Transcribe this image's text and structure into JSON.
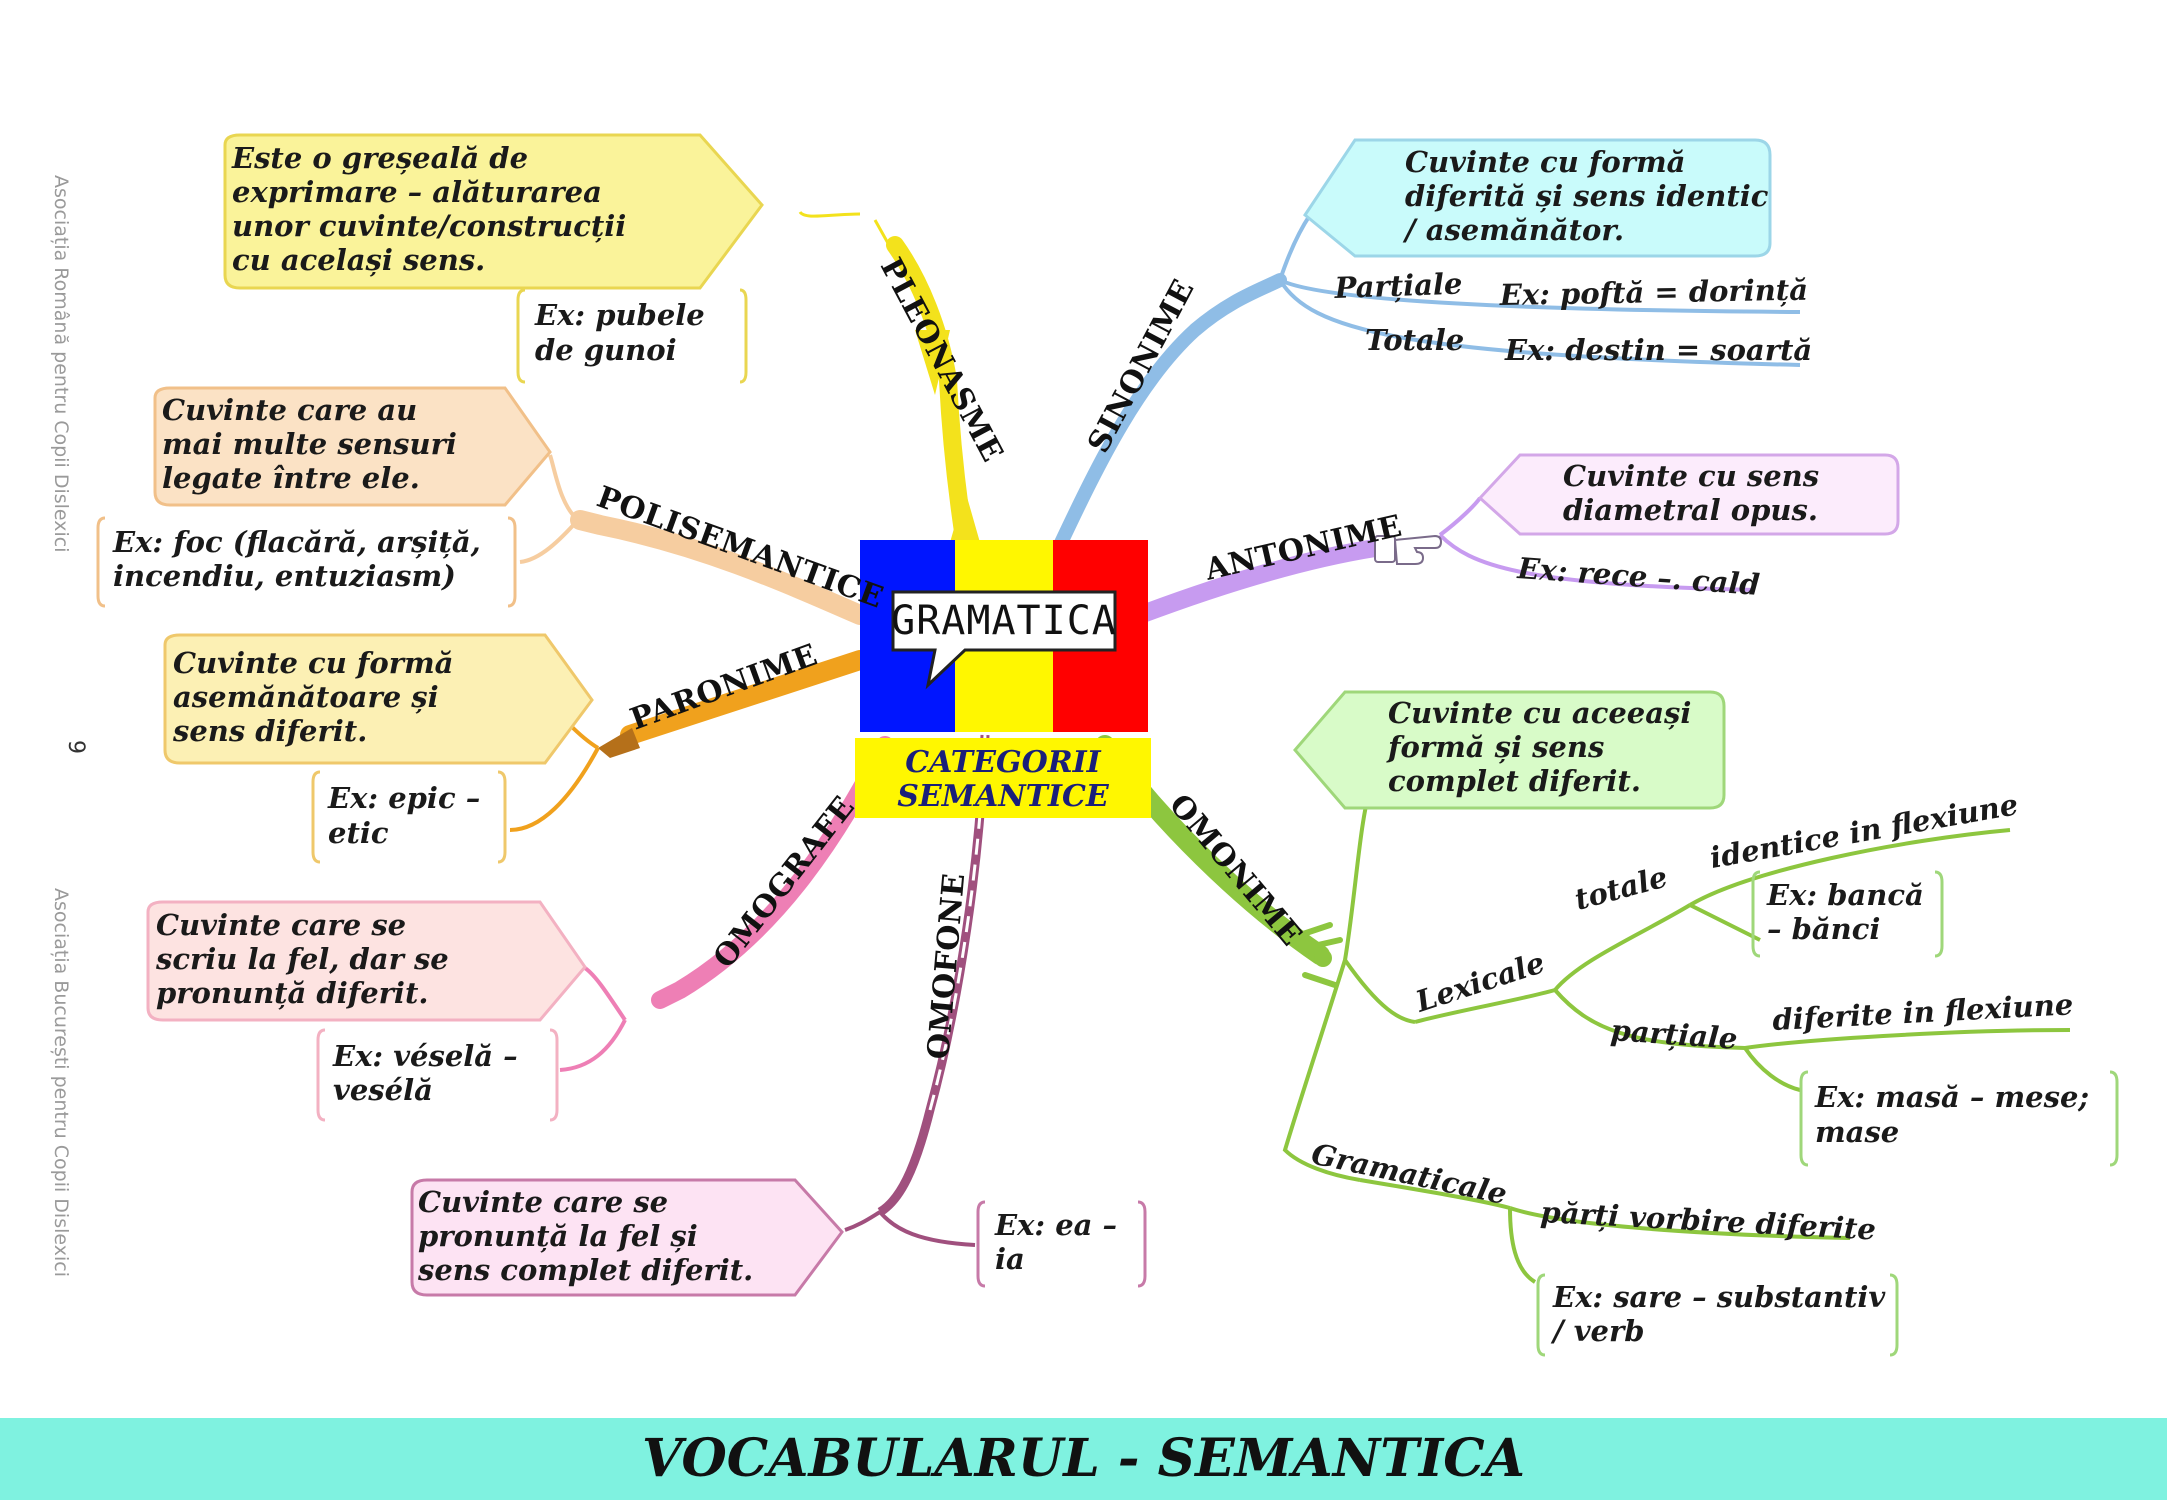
{
  "center": {
    "title": "GRAMATICA",
    "subtitle_line1": "CATEGORII",
    "subtitle_line2": "SEMANTICE",
    "flag_colors": [
      "#0015ff",
      "#fff700",
      "#ff0000"
    ]
  },
  "side_texts": {
    "top": "Asociația Română pentru Copii Dislexici",
    "page_number": "9",
    "bottom": "Asociația București pentru Copii Dislexici"
  },
  "footer": {
    "title": "VOCABULARUL - SEMANTICA",
    "color": "#7ff2e0"
  },
  "branches": {
    "pleonasme": {
      "label": "PLEONASME",
      "color": "#f3e21c",
      "definition": [
        "Este o greșeală de",
        "exprimare – alăturarea",
        "unor cuvinte/construcții",
        "cu același sens."
      ],
      "example": [
        "Ex: pubele",
        "de gunoi"
      ]
    },
    "polisemantice": {
      "label": "POLISEMANTICE",
      "color": "#f6cda0",
      "definition": [
        "Cuvinte care au",
        "mai multe sensuri",
        "legate între ele."
      ],
      "example": [
        "Ex: foc (flacără, arșiță,",
        "incendiu, entuziasm)"
      ]
    },
    "paronime": {
      "label": "PARONIME",
      "color": "#f0a11d",
      "definition": [
        "Cuvinte cu formă",
        "asemănătoare și",
        "sens diferit."
      ],
      "example": [
        "Ex: epic –",
        "etic"
      ]
    },
    "omografe": {
      "label": "OMOGRAFE",
      "color": "#ee7fb5",
      "definition": [
        "Cuvinte care se",
        "scriu la fel, dar se",
        "pronunță diferit."
      ],
      "example": [
        "Ex: véselă –",
        "vesélă"
      ]
    },
    "omofone": {
      "label": "OMOFONE",
      "color": "#a0507e",
      "definition": [
        "Cuvinte care se",
        "pronunță la fel și",
        "sens complet diferit."
      ],
      "example": [
        "Ex: ea –",
        "ia"
      ]
    },
    "sinonime": {
      "label": "SINONIME",
      "color": "#8fbde6",
      "definition": [
        "Cuvinte cu formă",
        "diferită și sens identic",
        "/ asemănător."
      ],
      "partiale": "Parțiale",
      "partiale_ex": "Ex: poftă = dorință",
      "totale": "Totale",
      "totale_ex": "Ex: destin = soartă"
    },
    "antonime": {
      "label": "ANTONIME",
      "color": "#c79bf0",
      "definition": [
        "Cuvinte cu sens",
        "diametral opus."
      ],
      "example": "Ex: rece –. cald"
    },
    "omonime": {
      "label": "OMONIME",
      "color": "#8dc63f",
      "definition": [
        "Cuvinte cu aceeași",
        "formă și sens",
        "complet diferit."
      ],
      "lexicale": "Lexicale",
      "totale": "totale",
      "identice": "identice in flexiune",
      "totale_ex": [
        "Ex: bancă",
        "– bănci"
      ],
      "partiale": "parțiale",
      "diferite": "diferite in flexiune",
      "partiale_ex": [
        "Ex: masă – mese;",
        "mase"
      ],
      "gramaticale": "Gramaticale",
      "parti_vorbire": "părți vorbire diferite",
      "gramaticale_ex": [
        "Ex: sare – substantiv",
        "/ verb"
      ]
    }
  }
}
